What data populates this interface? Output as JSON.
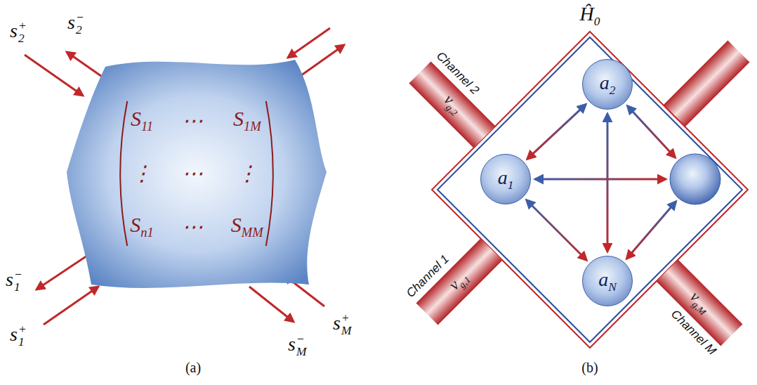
{
  "diagram": {
    "nodes": [
      {
        "text": [
          "S11",
          "⋯",
          "S1M",
          "⋮",
          "⋯",
          "⋮",
          "Sn1",
          "⋯",
          "SMM"
        ]
      },
      {
        "text": [
          "Ĥ0"
        ]
      },
      {
        "text": [
          "Channel 2",
          "vg,2"
        ]
      },
      {
        "text": [
          "a2"
        ],
        "in": 1
      },
      {
        "text": [
          "a1"
        ],
        "in": 1
      },
      {
        "text": [
          "aN"
        ],
        "in": 1
      },
      {
        "text": [
          "Channel 1",
          "vg,1"
        ]
      },
      {
        "text": [
          "Channel M",
          "vg,M"
        ]
      }
    ],
    "edges": [
      {
        "from": 3,
        "to": 4,
        "arrow": "both"
      },
      {
        "from": 4,
        "to": 5,
        "arrow": "both"
      },
      {
        "from": 3,
        "to": 5,
        "arrow": "both"
      }
    ],
    "labels": [
      "s2+",
      "s2−",
      "s1−",
      "s1+",
      "sM+",
      "sM−",
      "(a)",
      "(b)"
    ]
  }
}
